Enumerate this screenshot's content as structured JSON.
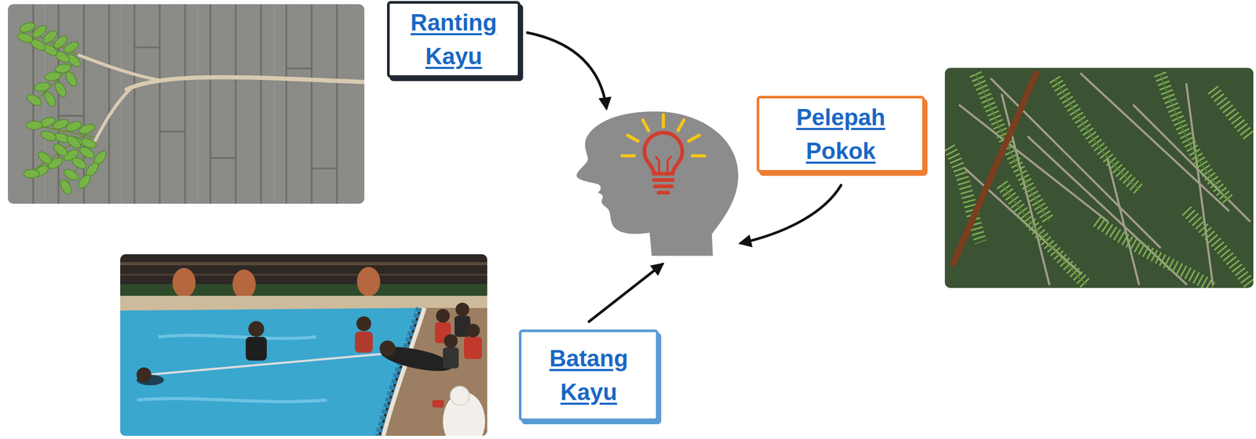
{
  "diagram": {
    "nodes": [
      {
        "text": [
          "Ranting Kayu"
        ]
      },
      {
        "text": [
          "Pelepah Pokok"
        ]
      },
      {
        "text": [
          "Batang Kayu"
        ]
      }
    ]
  }
}
